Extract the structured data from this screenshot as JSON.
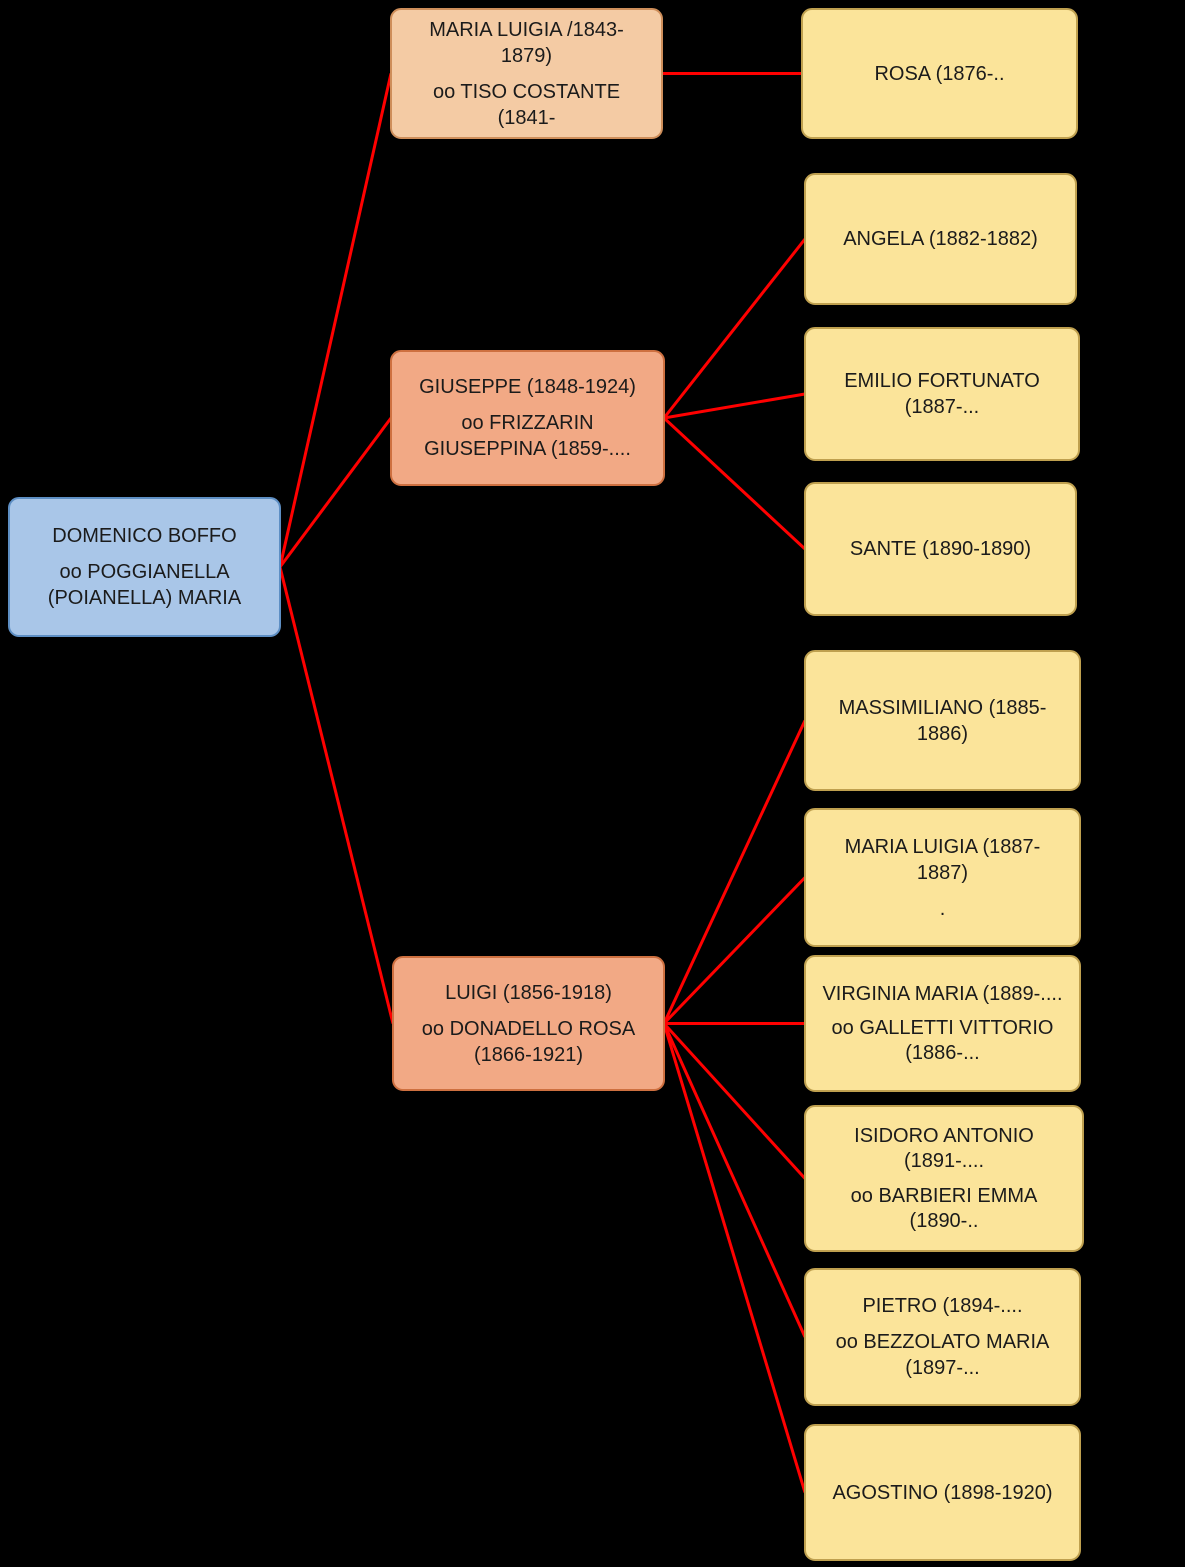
{
  "diagram": {
    "title": "Boffo family tree",
    "background": "#000000",
    "line_color": "#FF0000",
    "colors": {
      "background": "#000000",
      "root_fill": "#A9C6E8",
      "root_border": "#5E8FC4",
      "gen2_light_fill": "#F4CBA4",
      "gen2_light_border": "#CE8E5A",
      "gen2_fill": "#F2A985",
      "gen2_border": "#CE7040",
      "gen3_fill": "#FBE49A",
      "gen3_border": "#BFA04F"
    },
    "nodes": {
      "root": {
        "text1": "DOMENICO BOFFO",
        "text2": "oo POGGIANELLA (POIANELLA) MARIA"
      },
      "maria_luigia": {
        "text1": "MARIA LUIGIA /1843-1879)",
        "text2": "oo TISO COSTANTE (1841-"
      },
      "giuseppe": {
        "text1": "GIUSEPPE (1848-1924)",
        "text2": "oo FRIZZARIN GIUSEPPINA (1859-...."
      },
      "luigi": {
        "text1": "LUIGI (1856-1918)",
        "text2": "oo DONADELLO ROSA (1866-1921)"
      },
      "rosa": {
        "text1": "ROSA (1876-.."
      },
      "angela": {
        "text1": "ANGELA (1882-1882)"
      },
      "emilio": {
        "text1": "EMILIO FORTUNATO (1887-..."
      },
      "sante": {
        "text1": "SANTE (1890-1890)"
      },
      "massimiliano": {
        "text1": "MASSIMILIANO (1885-1886)"
      },
      "maria_luigia_2": {
        "text1": "MARIA LUIGIA (1887-1887)",
        "text2": "."
      },
      "virginia": {
        "text1": "VIRGINIA MARIA (1889-....",
        "text2": "oo GALLETTI VITTORIO (1886-..."
      },
      "isidoro": {
        "text1": "ISIDORO ANTONIO (1891-....",
        "text2": "oo BARBIERI EMMA (1890-.."
      },
      "pietro": {
        "text1": "PIETRO (1894-....",
        "text2": "oo BEZZOLATO MARIA (1897-..."
      },
      "agostino": {
        "text1": "AGOSTINO (1898-1920)"
      }
    },
    "edges": [
      {
        "from": "root",
        "to": "maria_luigia"
      },
      {
        "from": "root",
        "to": "giuseppe"
      },
      {
        "from": "root",
        "to": "luigi"
      },
      {
        "from": "maria_luigia",
        "to": "rosa"
      },
      {
        "from": "giuseppe",
        "to": "angela"
      },
      {
        "from": "giuseppe",
        "to": "emilio"
      },
      {
        "from": "giuseppe",
        "to": "sante"
      },
      {
        "from": "luigi",
        "to": "massimiliano"
      },
      {
        "from": "luigi",
        "to": "maria_luigia_2"
      },
      {
        "from": "luigi",
        "to": "virginia"
      },
      {
        "from": "luigi",
        "to": "isidoro"
      },
      {
        "from": "luigi",
        "to": "pietro"
      },
      {
        "from": "luigi",
        "to": "agostino"
      }
    ]
  }
}
